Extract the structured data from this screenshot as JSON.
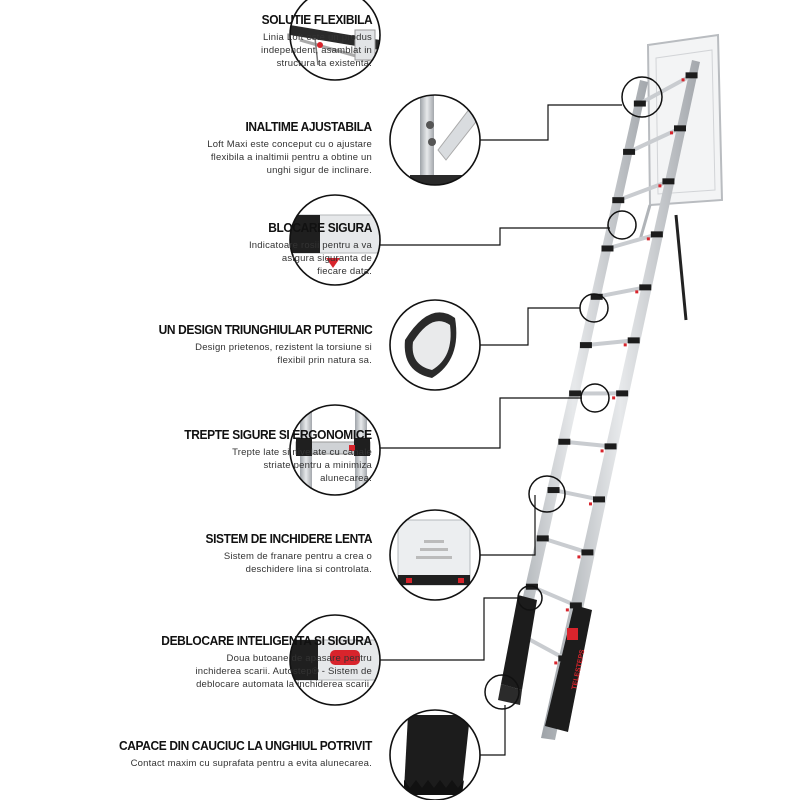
{
  "features": [
    {
      "title": "SOLUTIE FLEXIBILA",
      "lines": [
        "Linia Loft este un produs",
        "independent, asamblat in",
        "structura ta existenta."
      ]
    },
    {
      "title": "INALTIME AJUSTABILA",
      "lines": [
        "Loft Maxi este conceput cu o ajustare",
        "flexibila a inaltimii pentru a obtine un",
        "unghi sigur de inclinare."
      ]
    },
    {
      "title": "BLOCARE SIGURA",
      "lines": [
        "Indicatoare rosii pentru a va",
        "asigura siguranta de",
        "fiecare data."
      ]
    },
    {
      "title": "UN DESIGN TRIUNGHIULAR PUTERNIC",
      "lines": [
        "Design prietenos, rezistent la torsiune si",
        "flexibil prin natura sa."
      ]
    },
    {
      "title": "TREPTE SIGURE SI ERGONOMICE",
      "lines": [
        "Trepte late si nivelate cu canale",
        "striate pentru a minimiza",
        "alunecarea."
      ]
    },
    {
      "title": "SISTEM DE INCHIDERE LENTA",
      "lines": [
        "Sistem de franare pentru a crea o",
        "deschidere lina si controlata."
      ]
    },
    {
      "title": "DEBLOCARE INTELIGENTA SI SIGURA",
      "lines": [
        "Doua butoane de apasare pentru",
        "inchiderea scarii. Autostep® - Sistem de",
        "deblocare automata la inchiderea scarii."
      ]
    },
    {
      "title": "CAPACE DIN CAUCIUC LA UNGHIUL POTRIVIT",
      "lines": [
        "Contact maxim cu suprafata pentru a evita alunecarea."
      ]
    }
  ],
  "brand_label": "TELESTEPS",
  "colors": {
    "accent_red": "#d8242c",
    "ladder_gray": "#c9ccd0",
    "rubber_black": "#1c1c1c"
  }
}
